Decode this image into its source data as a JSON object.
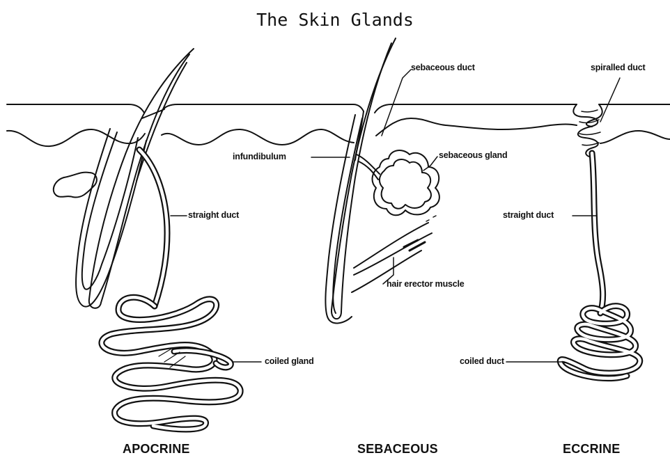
{
  "title": "The Skin Glands",
  "labels": {
    "apocrine_straight_duct": "straight duct",
    "apocrine_coiled_gland": "coiled gland",
    "infundibulum": "infundibulum",
    "sebaceous_duct": "sebaceous duct",
    "sebaceous_gland": "sebaceous gland",
    "hair_erector_muscle": "hair erector muscle",
    "spiralled_duct": "spiralled duct",
    "eccrine_straight_duct": "straight duct",
    "coiled_duct": "coiled duct"
  },
  "captions": {
    "apocrine": "APOCRINE",
    "sebaceous": "SEBACEOUS",
    "eccrine": "ECCRINE"
  }
}
